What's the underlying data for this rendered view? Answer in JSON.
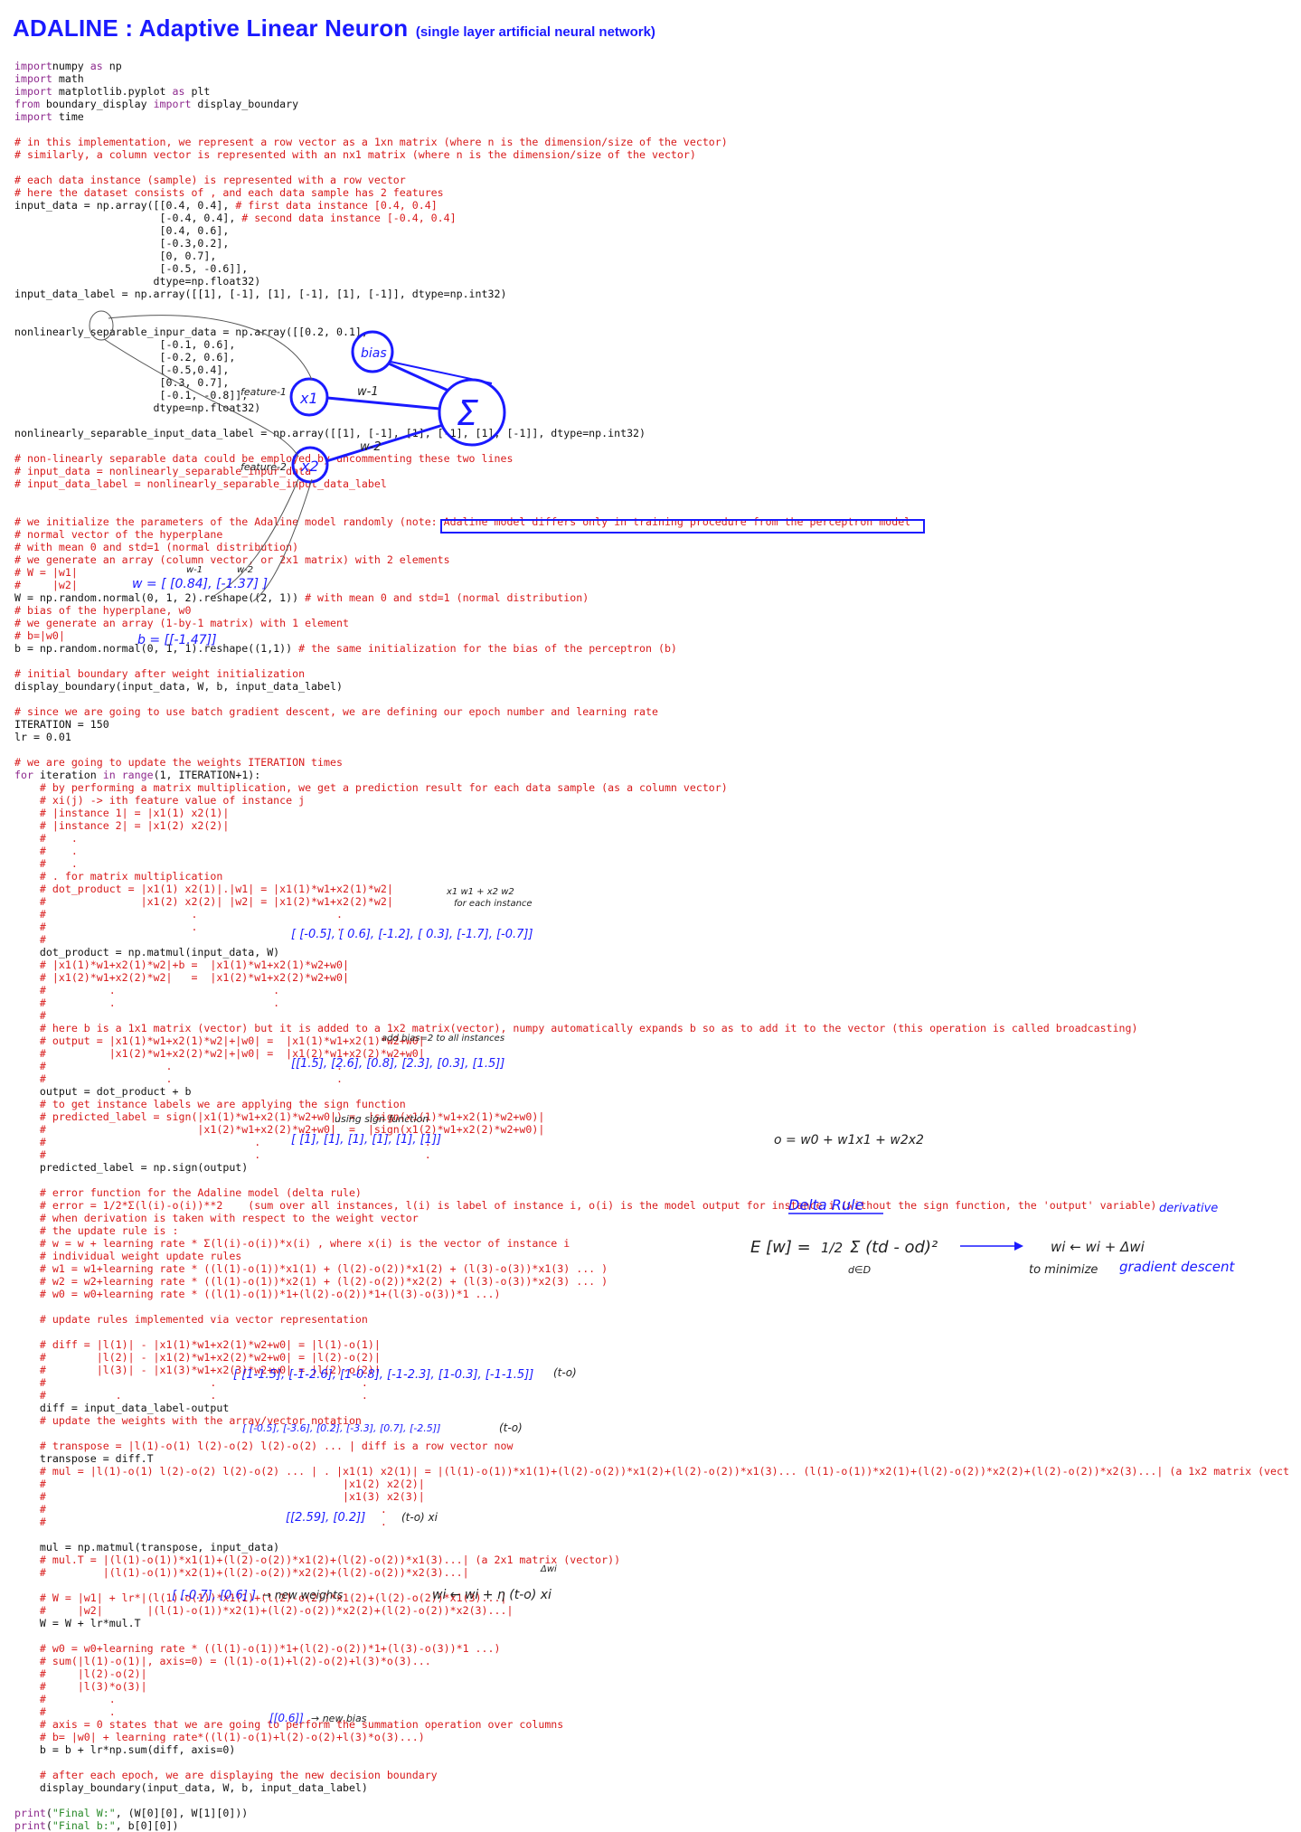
{
  "title": {
    "main": "ADALINE : Adaptive Linear Neuron",
    "sub": "(single layer artificial neural network)"
  },
  "code_lines": [
    [
      [
        "k",
        "import"
      ],
      [
        "",
        "numpy "
      ],
      [
        "k",
        "as"
      ],
      [
        "",
        " np"
      ]
    ],
    [
      [
        "k",
        "import"
      ],
      [
        "",
        " math"
      ]
    ],
    [
      [
        "k",
        "import"
      ],
      [
        "",
        " matplotlib.pyplot "
      ],
      [
        "k",
        "as"
      ],
      [
        "",
        " plt"
      ]
    ],
    [
      [
        "k",
        "from"
      ],
      [
        "",
        " boundary_display "
      ],
      [
        "k",
        "import"
      ],
      [
        "",
        " display_boundary"
      ]
    ],
    [
      [
        "k",
        "import"
      ],
      [
        "",
        " time"
      ]
    ],
    [],
    [
      [
        "c",
        "# in this implementation, we represent a row vector as a 1xn matrix (where n is the dimension/size of the vector)"
      ]
    ],
    [
      [
        "c",
        "# similarly, a column vector is represented with an nx1 matrix (where n is the dimension/size of the vector)"
      ]
    ],
    [],
    [
      [
        "c",
        "# each data instance (sample) is represented with a row vector"
      ]
    ],
    [
      [
        "c",
        "# here the dataset consists of , and each data sample has 2 features"
      ]
    ],
    [
      [
        "",
        "input_data = np.array([[0.4, 0.4], "
      ],
      [
        "c",
        "# first data instance [0.4, 0.4]"
      ]
    ],
    [
      [
        "",
        "                       [-0.4, 0.4], "
      ],
      [
        "c",
        "# second data instance [-0.4, 0.4]"
      ]
    ],
    [
      [
        "",
        "                       [0.4, 0.6],"
      ]
    ],
    [
      [
        "",
        "                       [-0.3,0.2],"
      ]
    ],
    [
      [
        "",
        "                       [0, 0.7],"
      ]
    ],
    [
      [
        "",
        "                       [-0.5, -0.6]],"
      ]
    ],
    [
      [
        "",
        "                      dtype=np.float32)"
      ]
    ],
    [
      [
        "",
        "input_data_label = np.array([[1], [-1], [1], [-1], [1], [-1]], dtype=np.int32)"
      ]
    ],
    [],
    [],
    [
      [
        "",
        "nonlinearly_separable_inpur_data = np.array([[0.2, 0.1],"
      ]
    ],
    [
      [
        "",
        "                       [-0.1, 0.6],"
      ]
    ],
    [
      [
        "",
        "                       [-0.2, 0.6],"
      ]
    ],
    [
      [
        "",
        "                       [-0.5,0.4],"
      ]
    ],
    [
      [
        "",
        "                       [0.3, 0.7],"
      ]
    ],
    [
      [
        "",
        "                       [-0.1, -0.8]],"
      ]
    ],
    [
      [
        "",
        "                      dtype=np.float32)"
      ]
    ],
    [],
    [
      [
        "",
        "nonlinearly_separable_input_data_label = np.array([[1], [-1], [1], [-1], [1], [-1]], dtype=np.int32)"
      ]
    ],
    [],
    [
      [
        "c",
        "# non-linearly separable data could be employed by uncommenting these two lines"
      ]
    ],
    [
      [
        "c",
        "# input_data = nonlinearly_separable_inpur_data"
      ]
    ],
    [
      [
        "c",
        "# input_data_label = nonlinearly_separable_input_data_label"
      ]
    ],
    [],
    [],
    [
      [
        "c",
        "# we initialize the parameters of the Adaline model randomly (note: Adaline model differs only in training procedure from the perceptron model"
      ]
    ],
    [
      [
        "c",
        "# normal vector of the hyperplane"
      ]
    ],
    [
      [
        "c",
        "# with mean 0 and std=1 (normal distribution)"
      ]
    ],
    [
      [
        "c",
        "# we generate an array (column vector, or 2x1 matrix) with 2 elements"
      ]
    ],
    [
      [
        "c",
        "# W = |w1|"
      ]
    ],
    [
      [
        "c",
        "#     |w2|"
      ]
    ],
    [
      [
        "",
        "W = np.random.normal(0, 1, 2).reshape((2, 1)) "
      ],
      [
        "c",
        "# with mean 0 and std=1 (normal distribution)"
      ]
    ],
    [
      [
        "c",
        "# bias of the hyperplane, w0"
      ]
    ],
    [
      [
        "c",
        "# we generate an array (1-by-1 matrix) with 1 element"
      ]
    ],
    [
      [
        "c",
        "# b=|w0|"
      ]
    ],
    [
      [
        "",
        "b = np.random.normal(0, 1, 1).reshape((1,1)) "
      ],
      [
        "c",
        "# the same initialization for the bias of the perceptron (b)"
      ]
    ],
    [],
    [
      [
        "c",
        "# initial boundary after weight initialization"
      ]
    ],
    [
      [
        "",
        "display_boundary(input_data, W, b, input_data_label)"
      ]
    ],
    [],
    [
      [
        "c",
        "# since we are going to use batch gradient descent, we are defining our epoch number and learning rate"
      ]
    ],
    [
      [
        "",
        "ITERATION = 150"
      ]
    ],
    [
      [
        "",
        "lr = 0.01"
      ]
    ],
    [],
    [
      [
        "c",
        "# we are going to update the weights ITERATION times"
      ]
    ],
    [
      [
        "k",
        "for"
      ],
      [
        "",
        " iteration "
      ],
      [
        "k",
        "in"
      ],
      [
        "",
        " "
      ],
      [
        "k",
        "range"
      ],
      [
        "",
        "(1, ITERATION+1):"
      ]
    ],
    [
      [
        "",
        "    "
      ],
      [
        "c",
        "# by performing a matrix multiplication, we get a prediction result for each data sample (as a column vector)"
      ]
    ],
    [
      [
        "",
        "    "
      ],
      [
        "c",
        "# xi(j) -> ith feature value of instance j"
      ]
    ],
    [
      [
        "",
        "    "
      ],
      [
        "c",
        "# |instance 1| = |x1(1) x2(1)|"
      ]
    ],
    [
      [
        "",
        "    "
      ],
      [
        "c",
        "# |instance 2| = |x1(2) x2(2)|"
      ]
    ],
    [
      [
        "",
        "    "
      ],
      [
        "c",
        "#    ."
      ]
    ],
    [
      [
        "",
        "    "
      ],
      [
        "c",
        "#    ."
      ]
    ],
    [
      [
        "",
        "    "
      ],
      [
        "c",
        "#    ."
      ]
    ],
    [
      [
        "",
        "    "
      ],
      [
        "c",
        "# . for matrix multiplication"
      ]
    ],
    [
      [
        "",
        "    "
      ],
      [
        "c",
        "# dot_product = |x1(1) x2(1)|.|w1| = |x1(1)*w1+x2(1)*w2|"
      ]
    ],
    [
      [
        "",
        "    "
      ],
      [
        "c",
        "#               |x1(2) x2(2)| |w2| = |x1(2)*w1+x2(2)*w2|"
      ]
    ],
    [
      [
        "",
        "    "
      ],
      [
        "c",
        "#                       .                      ."
      ]
    ],
    [
      [
        "",
        "    "
      ],
      [
        "c",
        "#                       .                      ."
      ]
    ],
    [
      [
        "",
        "    "
      ],
      [
        "c",
        "#"
      ]
    ],
    [
      [
        "",
        "    dot_product = np.matmul(input_data, W)"
      ]
    ],
    [
      [
        "",
        "    "
      ],
      [
        "c",
        "# |x1(1)*w1+x2(1)*w2|+b =  |x1(1)*w1+x2(1)*w2+w0|"
      ]
    ],
    [
      [
        "",
        "    "
      ],
      [
        "c",
        "# |x1(2)*w1+x2(2)*w2|   =  |x1(2)*w1+x2(2)*w2+w0|"
      ]
    ],
    [
      [
        "",
        "    "
      ],
      [
        "c",
        "#          .                         ."
      ]
    ],
    [
      [
        "",
        "    "
      ],
      [
        "c",
        "#          .                         ."
      ]
    ],
    [
      [
        "",
        "    "
      ],
      [
        "c",
        "#"
      ]
    ],
    [
      [
        "",
        "    "
      ],
      [
        "c",
        "# here b is a 1x1 matrix (vector) but it is added to a 1x2 matrix(vector), numpy automatically expands b so as to add it to the vector (this operation is called broadcasting)"
      ]
    ],
    [
      [
        "",
        "    "
      ],
      [
        "c",
        "# output = |x1(1)*w1+x2(1)*w2|+|w0| =  |x1(1)*w1+x2(1)*w2+w0|"
      ]
    ],
    [
      [
        "",
        "    "
      ],
      [
        "c",
        "#          |x1(2)*w1+x2(2)*w2|+|w0| =  |x1(2)*w1+x2(2)*w2+w0|"
      ]
    ],
    [
      [
        "",
        "    "
      ],
      [
        "c",
        "#                   .                          ."
      ]
    ],
    [
      [
        "",
        "    "
      ],
      [
        "c",
        "#                   .                          ."
      ]
    ],
    [
      [
        "",
        "    output = dot_product + b"
      ]
    ],
    [
      [
        "",
        "    "
      ],
      [
        "c",
        "# to get instance labels we are applying the sign function"
      ]
    ],
    [
      [
        "",
        "    "
      ],
      [
        "c",
        "# predicted_label = sign(|x1(1)*w1+x2(1)*w2+w0|) =  |sign(x1(1)*w1+x2(1)*w2+w0)|"
      ]
    ],
    [
      [
        "",
        "    "
      ],
      [
        "c",
        "#                        |x1(2)*w1+x2(2)*w2+w0|  =  |sign(x1(2)*w1+x2(2)*w2+w0)|"
      ]
    ],
    [
      [
        "",
        "    "
      ],
      [
        "c",
        "#                                 .                          ."
      ]
    ],
    [
      [
        "",
        "    "
      ],
      [
        "c",
        "#                                 .                          ."
      ]
    ],
    [
      [
        "",
        "    predicted_label = np.sign(output)"
      ]
    ],
    [],
    [
      [
        "",
        "    "
      ],
      [
        "c",
        "# error function for the Adaline model (delta rule)"
      ]
    ],
    [
      [
        "",
        "    "
      ],
      [
        "c",
        "# error = 1/2*Σ(l(i)-o(i))**2    (sum over all instances, l(i) is label of instance i, o(i) is the model output for instance i (without the sign function, the 'output' variable)"
      ]
    ],
    [
      [
        "",
        "    "
      ],
      [
        "c",
        "# when derivation is taken with respect to the weight vector"
      ]
    ],
    [
      [
        "",
        "    "
      ],
      [
        "c",
        "# the update rule is :"
      ]
    ],
    [
      [
        "",
        "    "
      ],
      [
        "c",
        "# w = w + learning rate * Σ(l(i)-o(i))*x(i) , where x(i) is the vector of instance i"
      ]
    ],
    [
      [
        "",
        "    "
      ],
      [
        "c",
        "# individual weight update rules"
      ]
    ],
    [
      [
        "",
        "    "
      ],
      [
        "c",
        "# w1 = w1+learning rate * ((l(1)-o(1))*x1(1) + (l(2)-o(2))*x1(2) + (l(3)-o(3))*x1(3) ... )"
      ]
    ],
    [
      [
        "",
        "    "
      ],
      [
        "c",
        "# w2 = w2+learning rate * ((l(1)-o(1))*x2(1) + (l(2)-o(2))*x2(2) + (l(3)-o(3))*x2(3) ... )"
      ]
    ],
    [
      [
        "",
        "    "
      ],
      [
        "c",
        "# w0 = w0+learning rate * ((l(1)-o(1))*1+(l(2)-o(2))*1+(l(3)-o(3))*1 ...)"
      ]
    ],
    [],
    [
      [
        "",
        "    "
      ],
      [
        "c",
        "# update rules implemented via vector representation"
      ]
    ],
    [],
    [
      [
        "",
        "    "
      ],
      [
        "c",
        "# diff = |l(1)| - |x1(1)*w1+x2(1)*w2+w0| = |l(1)-o(1)|"
      ]
    ],
    [
      [
        "",
        "    "
      ],
      [
        "c",
        "#        |l(2)| - |x1(2)*w1+x2(2)*w2+w0| = |l(2)-o(2)|"
      ]
    ],
    [
      [
        "",
        "    "
      ],
      [
        "c",
        "#        |l(3)| - |x1(3)*w1+x2(3)*w2+w0| = |l(2)-o(2)|"
      ]
    ],
    [
      [
        "",
        "    "
      ],
      [
        "c",
        "#                          .                       ."
      ]
    ],
    [
      [
        "",
        "    "
      ],
      [
        "c",
        "#           .              .                       ."
      ]
    ],
    [
      [
        "",
        "    diff = input_data_label-output"
      ]
    ],
    [
      [
        "",
        "    "
      ],
      [
        "c",
        "# update the weights with the array/vector notation"
      ]
    ],
    [],
    [
      [
        "",
        "    "
      ],
      [
        "c",
        "# transpose = |l(1)-o(1) l(2)-o(2) l(2)-o(2) ... | diff is a row vector now"
      ]
    ],
    [
      [
        "",
        "    transpose = diff.T"
      ]
    ],
    [
      [
        "",
        "    "
      ],
      [
        "c",
        "# mul = |l(1)-o(1) l(2)-o(2) l(2)-o(2) ... | . |x1(1) x2(1)| = |(l(1)-o(1))*x1(1)+(l(2)-o(2))*x1(2)+(l(2)-o(2))*x1(3)... (l(1)-o(1))*x2(1)+(l(2)-o(2))*x2(2)+(l(2)-o(2))*x2(3)...| (a 1x2 matrix (vect"
      ]
    ],
    [
      [
        "",
        "    "
      ],
      [
        "c",
        "#                                               |x1(2) x2(2)|"
      ]
    ],
    [
      [
        "",
        "    "
      ],
      [
        "c",
        "#                                               |x1(3) x2(3)|"
      ]
    ],
    [
      [
        "",
        "    "
      ],
      [
        "c",
        "#                                                     ."
      ]
    ],
    [
      [
        "",
        "    "
      ],
      [
        "c",
        "#                                                     ."
      ]
    ],
    [],
    [
      [
        "",
        "    mul = np.matmul(transpose, input_data)"
      ]
    ],
    [
      [
        "",
        "    "
      ],
      [
        "c",
        "# mul.T = |(l(1)-o(1))*x1(1)+(l(2)-o(2))*x1(2)+(l(2)-o(2))*x1(3)...| (a 2x1 matrix (vector))"
      ]
    ],
    [
      [
        "",
        "    "
      ],
      [
        "c",
        "#         |(l(1)-o(1))*x2(1)+(l(2)-o(2))*x2(2)+(l(2)-o(2))*x2(3)...|"
      ]
    ],
    [],
    [
      [
        "",
        "    "
      ],
      [
        "c",
        "# W = |w1| + lr*|(l(1)-o(1))*x1(1)+(l(2)-o(2))*x1(2)+(l(2)-o(2))*x1(3)...|"
      ]
    ],
    [
      [
        "",
        "    "
      ],
      [
        "c",
        "#     |w2|       |(l(1)-o(1))*x2(1)+(l(2)-o(2))*x2(2)+(l(2)-o(2))*x2(3)...|"
      ]
    ],
    [
      [
        "",
        "    W = W + lr*mul.T"
      ]
    ],
    [],
    [
      [
        "",
        "    "
      ],
      [
        "c",
        "# w0 = w0+learning rate * ((l(1)-o(1))*1+(l(2)-o(2))*1+(l(3)-o(3))*1 ...)"
      ]
    ],
    [
      [
        "",
        "    "
      ],
      [
        "c",
        "# sum(|l(1)-o(1)|, axis=0) = (l(1)-o(1)+l(2)-o(2)+l(3)*o(3)..."
      ]
    ],
    [
      [
        "",
        "    "
      ],
      [
        "c",
        "#     |l(2)-o(2)|"
      ]
    ],
    [
      [
        "",
        "    "
      ],
      [
        "c",
        "#     |l(3)*o(3)|"
      ]
    ],
    [
      [
        "",
        "    "
      ],
      [
        "c",
        "#          ."
      ]
    ],
    [
      [
        "",
        "    "
      ],
      [
        "c",
        "#          ."
      ]
    ],
    [
      [
        "",
        "    "
      ],
      [
        "c",
        "# axis = 0 states that we are going to perform the summation operation over columns"
      ]
    ],
    [
      [
        "",
        "    "
      ],
      [
        "c",
        "# b= |w0| + learning rate*((l(1)-o(1)+l(2)-o(2)+l(3)*o(3)...)"
      ]
    ],
    [
      [
        "",
        "    b = b + lr*np.sum(diff, axis=0)"
      ]
    ],
    [],
    [
      [
        "",
        "    "
      ],
      [
        "c",
        "# after each epoch, we are displaying the new decision boundary"
      ]
    ],
    [
      [
        "",
        "    display_boundary(input_data, W, b, input_data_label)"
      ]
    ],
    [],
    [
      [
        "k",
        "print"
      ],
      [
        "",
        "("
      ],
      [
        "s",
        "\"Final W:\""
      ],
      [
        "",
        ", (W[0][0], W[1][0]))"
      ]
    ],
    [
      [
        "k",
        "print"
      ],
      [
        "",
        "("
      ],
      [
        "s",
        "\"Final b:\""
      ],
      [
        "",
        ", b[0][0])"
      ]
    ]
  ],
  "annotations": {
    "neuron": {
      "bias": "bias",
      "x1": "x1",
      "x2": "x2",
      "sum": "Σ",
      "w1": "w-1",
      "w2": "w-2",
      "feature1": "feature-1",
      "feature2": "feature-2"
    },
    "w_vector": "w = [ [0.84], [-1.37] ]",
    "w_labels": [
      "w-1",
      "w-2"
    ],
    "b_vector": "b = [[-1.47]]",
    "dot_product_values": "[ [-0.5], [ 0.6], [-1.2], [ 0.3], [-1.7], [-0.7]]",
    "dot_product_note_1": "x1 w1 + x2 w2",
    "dot_product_note_2": "for each instance",
    "bias_note": "add bias=2  to all instances",
    "output_values": "[[1.5], [2.6], [0.8], [2.3], [0.3], [1.5]]",
    "sign_note": "using sign function",
    "predicted_values": "[ [1], [1], [1], [1], [1], [1]]",
    "o_formula": "o = w0 + w1x1 + w2x2",
    "delta_rule_title": "Delta Rule",
    "error_formula_left": "E [w] =",
    "error_formula_frac": "1/2",
    "error_formula_sum": "Σ (td - od)²",
    "error_formula_sub": "d∈D",
    "update_rule": "wi ← wi + Δwi",
    "derivative_note": "derivative",
    "minimize_note": "to minimize",
    "gradient_note": "gradient descent",
    "diff_values": "[ [1-1.5], [-1-2.6], [1-0.8], [-1-2.3], [1-0.3], [-1-1.5]]",
    "diff_note": "(t-o)",
    "transpose_values": "[ [-0.5], [-3.6], [0.2], [-3.3], [0.7], [-2.5]]",
    "transpose_note": "(t-o)",
    "mul_values": "[[2.59], [0.2]]",
    "mul_note": "(t-o) xi",
    "new_weights_values": "[ [-0.7], [0.6] ]",
    "new_weights_note": "→ new weights",
    "delta_wi": "Δwi",
    "wi_update": "wi ← wi + η (t-o) xi",
    "new_bias_values": "[[0.6]]",
    "new_bias_note": "→ new bias"
  },
  "colors": {
    "ink": "#1a1aff",
    "comment": "#d81b1b",
    "keyword": "#8e2a8e",
    "string": "#2a8a2a"
  }
}
